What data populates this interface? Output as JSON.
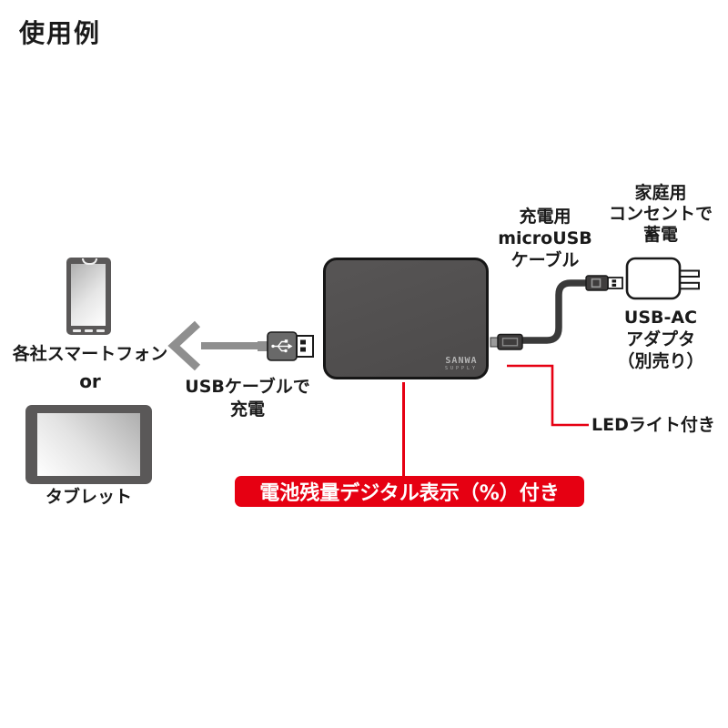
{
  "title": "使用例",
  "left_column": {
    "smartphone_label": "各社スマートフォン",
    "or_label": "or",
    "tablet_label": "タブレット"
  },
  "charge_out": {
    "line1": "USBケーブルで",
    "line2": "充電"
  },
  "powerbank": {
    "brand": "SANWA",
    "brand_sub": "SUPPLY"
  },
  "charge_in": {
    "cable_label": {
      "line1": "充電用",
      "line2": "microUSB",
      "line3": "ケーブル"
    },
    "outlet_label": {
      "line1": "家庭用",
      "line2": "コンセントで",
      "line3": "蓄電"
    },
    "adapter_label": {
      "line1": "USB-AC",
      "line2": "アダプタ",
      "line3": "（別売り）"
    }
  },
  "callouts": {
    "led": "LEDライト付き",
    "battery_display": "電池残量デジタル表示（%）付き"
  },
  "colors": {
    "accent_red": "#e60012",
    "banner_text": "#ffffff",
    "powerbank_gray": "#4e4c4c",
    "device_gray": "#5a5858",
    "cable_gray": "#8f8f8f",
    "dark_cable": "#3a3a3a",
    "text_black": "#1a1a1a"
  }
}
